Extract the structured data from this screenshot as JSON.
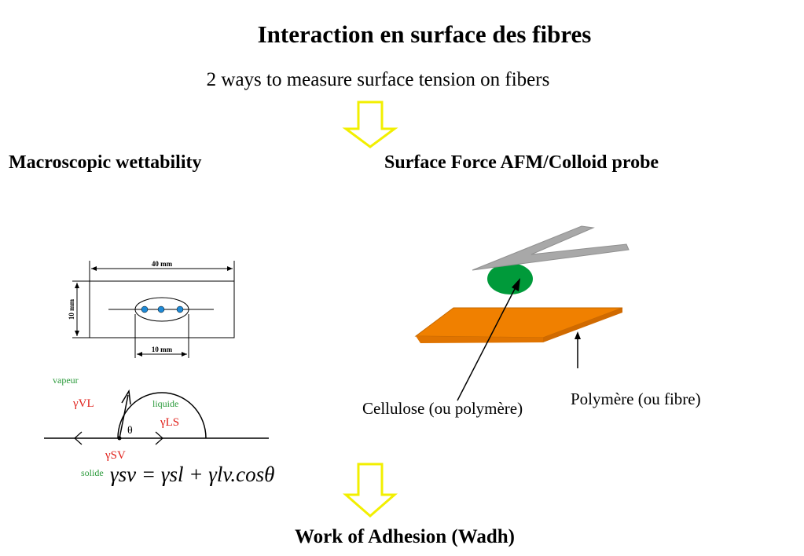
{
  "title": "Interaction en surface des fibres",
  "subtitle": "2 ways to measure surface tension on fibers",
  "left_heading": "Macroscopic  wettability",
  "right_heading": "Surface Force AFM/Colloid probe",
  "conclusion": "Work of Adhesion (Wadh)",
  "sample_diagram": {
    "width_label": "40 mm",
    "height_label": "10 mm",
    "inner_width_label": "10 mm"
  },
  "contact_angle": {
    "vapour_label": "vapeur",
    "liquid_label": "liquide",
    "solid_label": "solide",
    "gamma_vl_label": "γVL",
    "gamma_ls_label": "γLS",
    "gamma_sv_label": "γSV",
    "theta_label": "θ",
    "equation": "γsv = γsl + γlv.cosθ"
  },
  "afm": {
    "cellulose_label": "Cellulose (ou polymère)",
    "polymer_label": "Polymère (ou fibre)"
  },
  "colors": {
    "arrow_outline": "#f2ef00",
    "plate_fill": "#f08000",
    "probe_fill": "#009a3a",
    "cantilever_fill": "#a8a8a8",
    "drop_dot": "#1f8ad6",
    "green_label": "#2a9a3a",
    "red_label": "#e0201a"
  }
}
